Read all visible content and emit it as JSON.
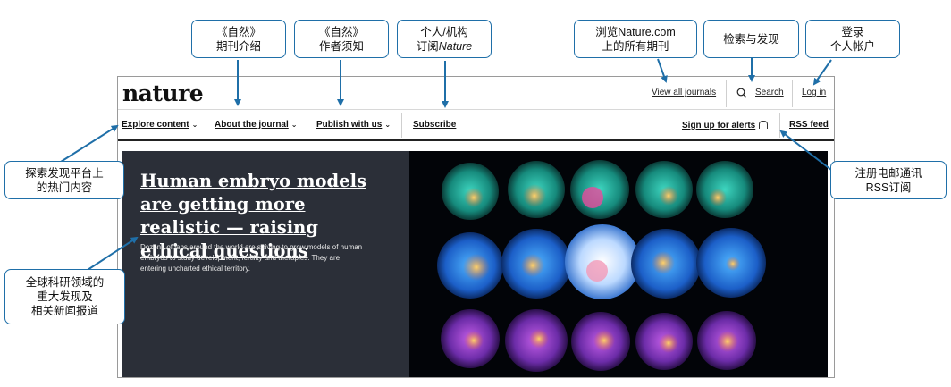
{
  "site": {
    "logo": "nature",
    "top_links": {
      "view_all_journals": "View all journals",
      "search": "Search",
      "log_in": "Log in"
    },
    "nav": {
      "explore": "Explore content",
      "about": "About the journal",
      "publish": "Publish with us",
      "subscribe": "Subscribe",
      "alerts": "Sign up for alerts",
      "rss": "RSS feed"
    },
    "hero": {
      "title": "Human embryo models are getting more realistic — raising ethical questions",
      "summary": "Dozens of labs around the world are striving to grow models of human embryos to study development, fertility and therapies. They are entering uncharted ethical territory."
    }
  },
  "callouts": {
    "journal_intro": [
      "《自然》",
      "期刊介绍"
    ],
    "author_guide": [
      "《自然》",
      "作者须知"
    ],
    "subscribe": [
      "个人/机构",
      "订阅",
      "Nature"
    ],
    "browse": [
      "浏览Nature.com",
      "上的所有期刊"
    ],
    "search": [
      "检索与发现"
    ],
    "login": [
      "登录",
      "个人帐户"
    ],
    "explore": [
      "探索发现平台上",
      "的热门内容"
    ],
    "news": [
      "全球科研领域的",
      "重大发现及",
      "相关新闻报道"
    ],
    "alerts": [
      "注册电邮通讯",
      "RSS订阅"
    ]
  },
  "colors": {
    "accent": "#1f6fa8",
    "hero_bg": "#2b2f38",
    "image_bg": "#020408"
  },
  "icons": [
    "search-icon",
    "chevron-down-icon",
    "bell-icon"
  ]
}
